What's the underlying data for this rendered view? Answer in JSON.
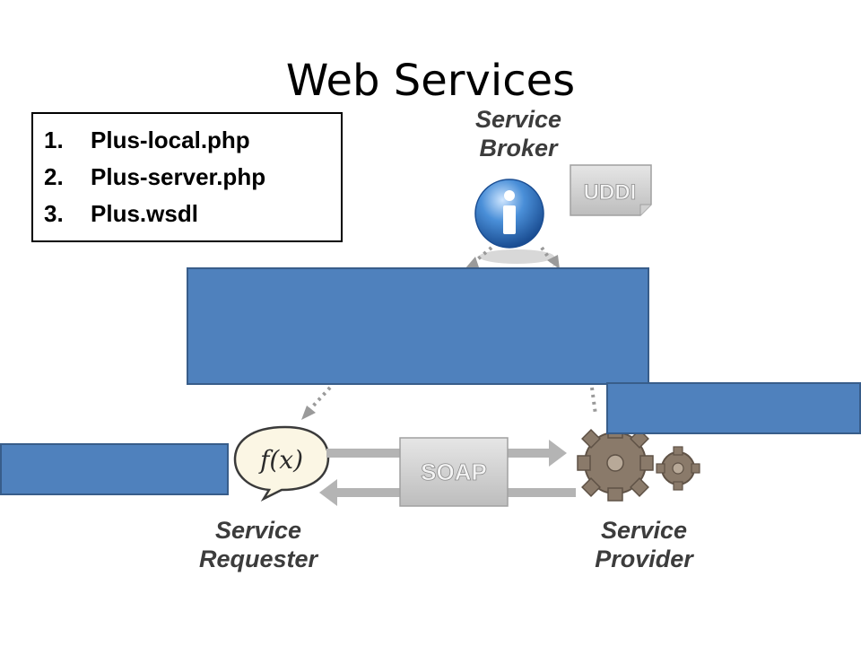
{
  "title": "Web Services",
  "file_list": [
    {
      "num": "1.",
      "name": "Plus-local.php"
    },
    {
      "num": "2.",
      "name": "Plus-server.php"
    },
    {
      "num": "3.",
      "name": "Plus.wsdl"
    }
  ],
  "diagram": {
    "broker": {
      "line1": "Service",
      "line2": "Broker",
      "icon": "info-icon"
    },
    "uddi": "UDDI",
    "soap": "SOAP",
    "function_glyph": "f(x)",
    "requester": {
      "line1": "Service",
      "line2": "Requester"
    },
    "provider": {
      "line1": "Service",
      "line2": "Provider"
    }
  },
  "colors": {
    "overlay": "#4f81bd",
    "overlay_border": "#385d8a",
    "gear": "#8a7a6a",
    "arrow": "#9a9a9a"
  }
}
